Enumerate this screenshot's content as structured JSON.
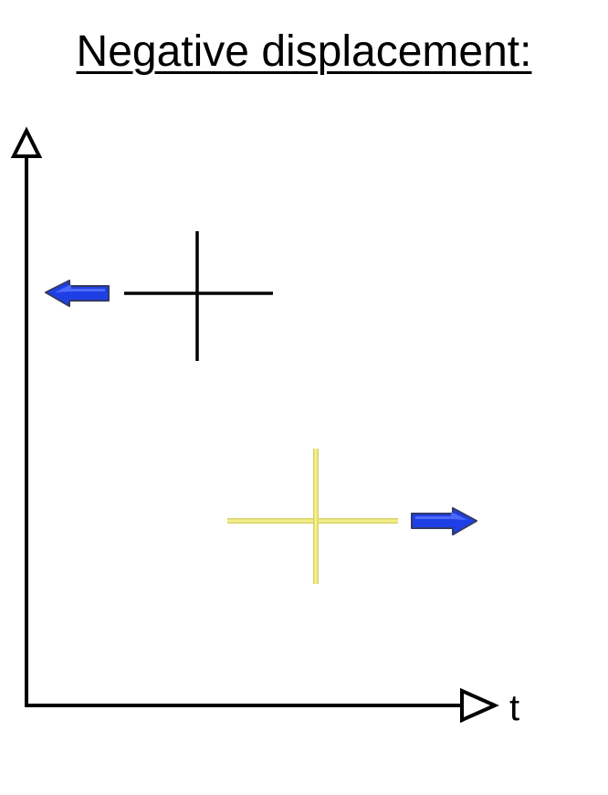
{
  "title": "Negative displacement:",
  "axes": {
    "x_label": "t",
    "y_label": ""
  },
  "markers": [
    {
      "id": "initial-position",
      "color": "#000000"
    },
    {
      "id": "final-position",
      "color": "#f2ea7a"
    }
  ],
  "arrows": [
    {
      "id": "initial-direction",
      "direction": "left",
      "color": "#1f3fe6"
    },
    {
      "id": "final-direction",
      "direction": "right",
      "color": "#1f3fe6"
    }
  ],
  "colors": {
    "axis": "#000000",
    "arrow": "#1f3fe6",
    "final_cross": "#f2ea7a"
  }
}
